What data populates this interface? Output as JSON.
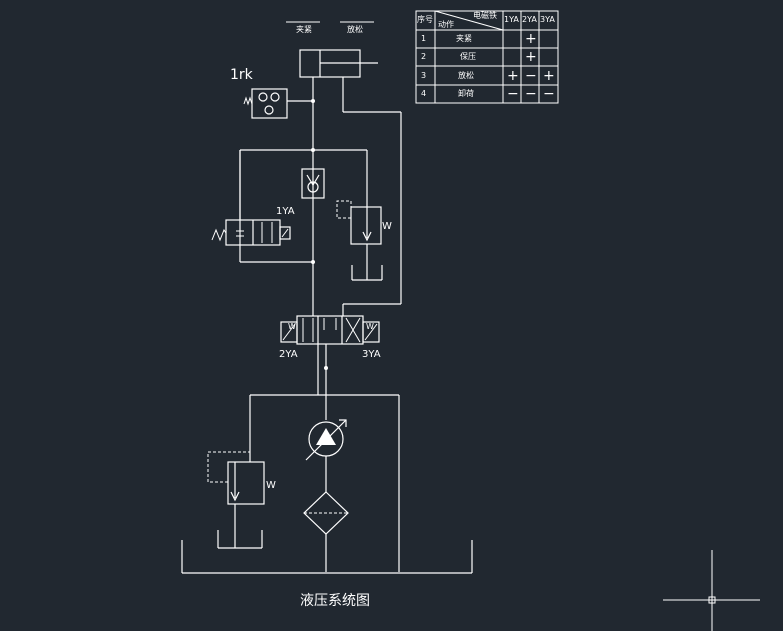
{
  "diagram": {
    "title": "液压系统图",
    "cylinder": {
      "label_clamp": "夹紧",
      "label_release": "放松"
    },
    "pressure_relay": {
      "label": "1rk"
    },
    "solenoids": {
      "s1": "1YA",
      "s2": "2YA",
      "s3": "3YA"
    },
    "spring_symbol": "W",
    "table": {
      "headers": {
        "seq": "序号",
        "diag_top": "电磁铁",
        "diag_bottom": "动作",
        "c1": "1YA",
        "c2": "2YA",
        "c3": "3YA"
      },
      "rows": [
        {
          "seq": "1",
          "action": "夹紧",
          "v1": "",
          "v2": "+",
          "v3": ""
        },
        {
          "seq": "2",
          "action": "保压",
          "v1": "",
          "v2": "+",
          "v3": ""
        },
        {
          "seq": "3",
          "action": "放松",
          "v1": "+",
          "v2": "−",
          "v3": "+"
        },
        {
          "seq": "4",
          "action": "卸荷",
          "v1": "−",
          "v2": "−",
          "v3": "−"
        }
      ]
    },
    "colors": {
      "background": "#212830",
      "line": "#ffffff"
    }
  }
}
